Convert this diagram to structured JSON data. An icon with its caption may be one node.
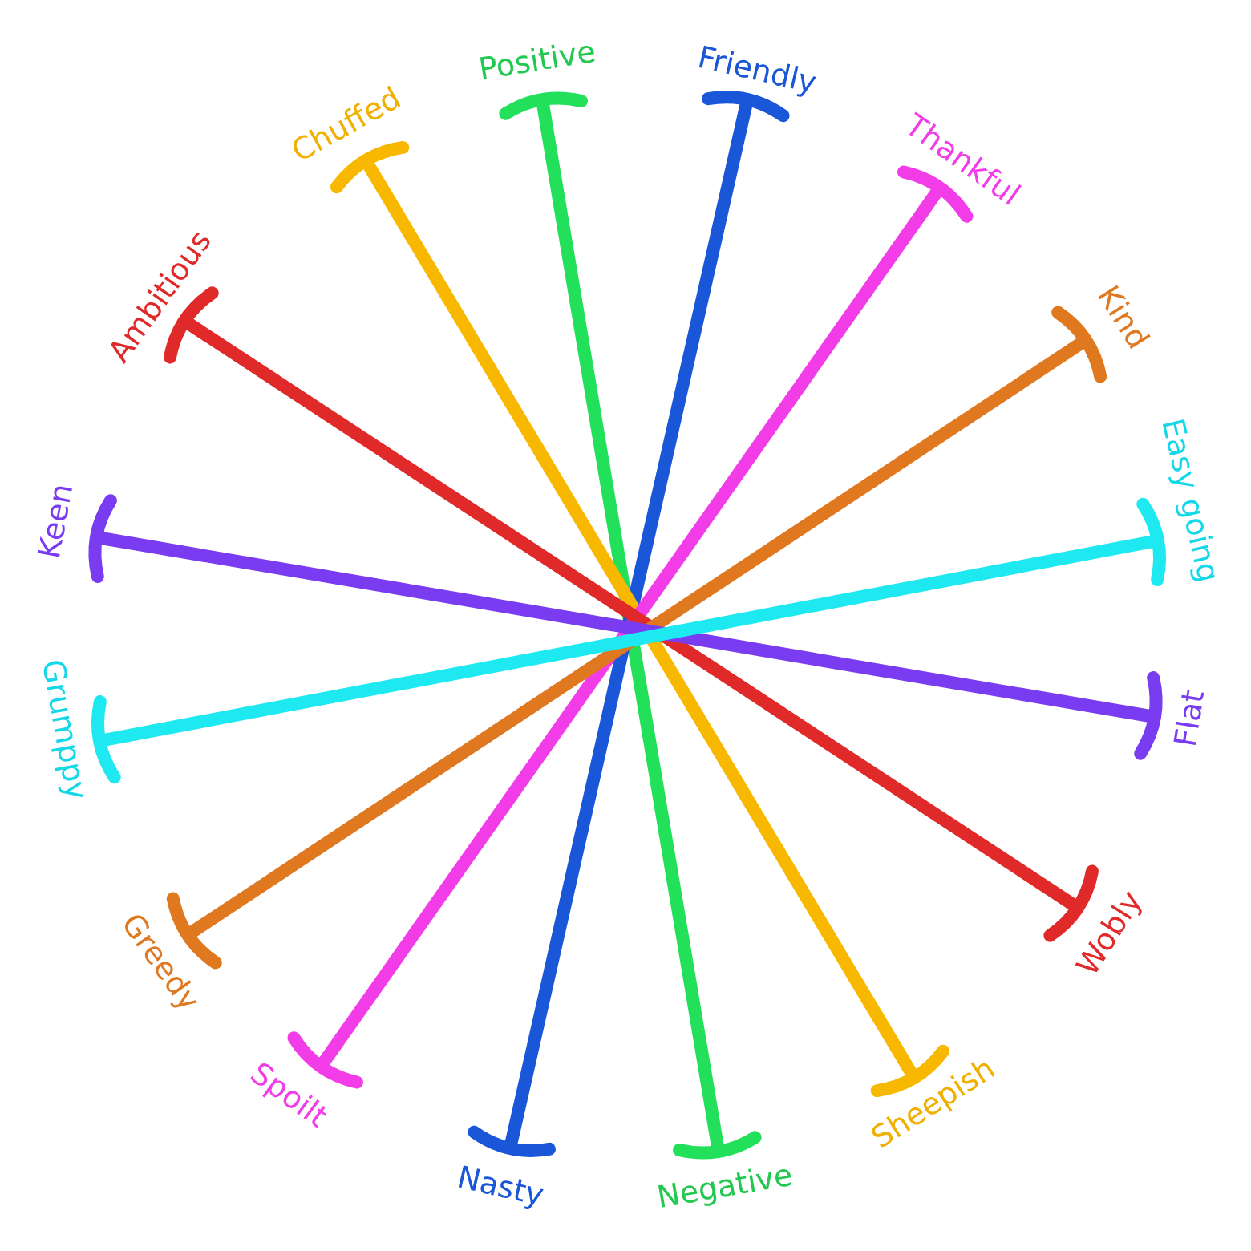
{
  "diagram": {
    "nodes": [
      {
        "text": [
          "Positive"
        ]
      },
      {
        "text": [
          "Friendly"
        ]
      },
      {
        "text": [
          "Chuffed"
        ]
      },
      {
        "text": [
          "Thankful"
        ]
      },
      {
        "text": [
          "Ambitious"
        ]
      },
      {
        "text": [
          "Kind"
        ]
      },
      {
        "text": [
          "Keen"
        ]
      },
      {
        "text": [
          "Easy going"
        ]
      },
      {
        "text": [
          "Grumppy"
        ]
      },
      {
        "text": [
          "Flat"
        ]
      },
      {
        "text": [
          "Greedy"
        ]
      },
      {
        "text": [
          "Wobly"
        ]
      },
      {
        "text": [
          "Spoilt"
        ]
      },
      {
        "text": [
          "Sheepish"
        ]
      },
      {
        "text": [
          "Nasty"
        ]
      },
      {
        "text": [
          "Negative"
        ]
      }
    ],
    "edges": [
      {
        "from": 0,
        "to": 15,
        "arrow": "other",
        "color": "#22e05a"
      },
      {
        "from": 1,
        "to": 14,
        "arrow": "other",
        "color": "#1a56d8"
      },
      {
        "from": 2,
        "to": 13,
        "arrow": "other",
        "color": "#f8b800"
      },
      {
        "from": 3,
        "to": 12,
        "arrow": "other",
        "color": "#f23ce8"
      },
      {
        "from": 4,
        "to": 11,
        "arrow": "other",
        "color": "#e02a2a"
      },
      {
        "from": 5,
        "to": 10,
        "arrow": "other",
        "color": "#e07820"
      },
      {
        "from": 6,
        "to": 9,
        "arrow": "other",
        "color": "#7a3cf0"
      },
      {
        "from": 7,
        "to": 8,
        "arrow": "other",
        "color": "#1ee8f0"
      }
    ]
  }
}
